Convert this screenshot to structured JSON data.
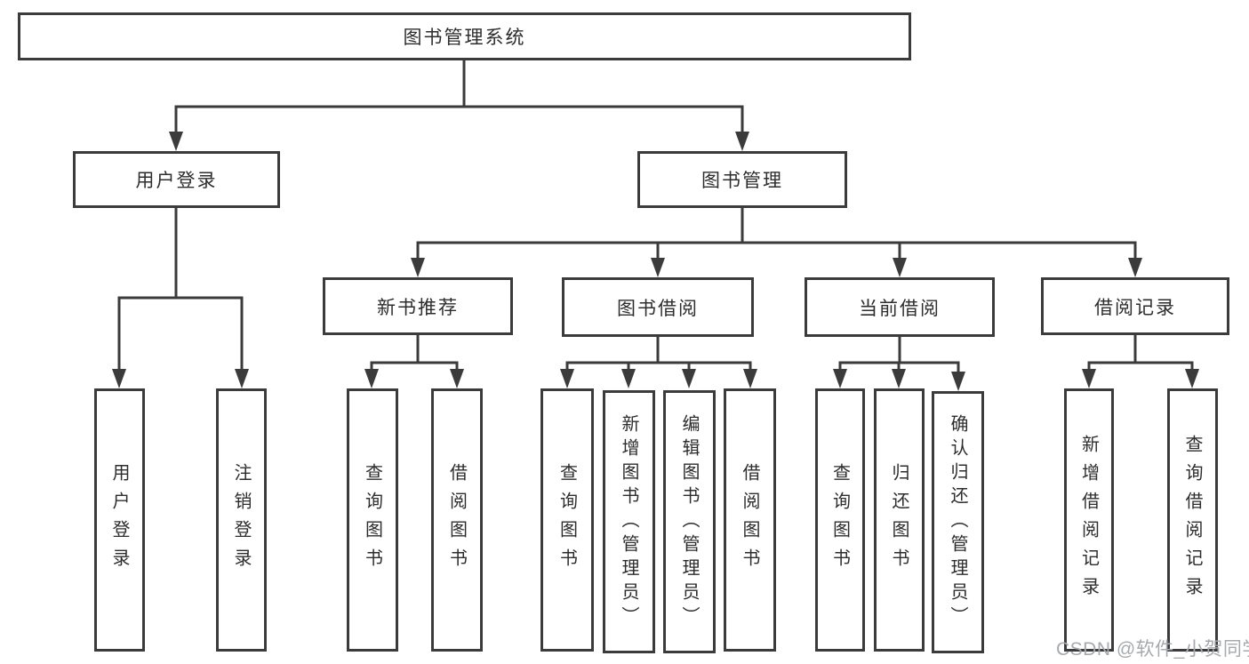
{
  "diagram": {
    "watermark": "CSDN @软件_小贺同学",
    "colors": {
      "line": "#3b3b3b",
      "box_border": "#3b3b3b",
      "text": "#2d2d2d",
      "watermark": "#a6a9ad",
      "background": "#ffffff"
    },
    "nodes": {
      "root": {
        "label": "图书管理系统"
      },
      "user_login": {
        "label": "用户登录"
      },
      "book_mgmt": {
        "label": "图书管理"
      },
      "new_book": {
        "label": "新书推荐"
      },
      "book_borrow": {
        "label": "图书借阅"
      },
      "current_borrow": {
        "label": "当前借阅"
      },
      "borrow_record": {
        "label": "借阅记录"
      },
      "leaf_user_login": {
        "label": "用户登录"
      },
      "leaf_logout": {
        "label": "注销登录"
      },
      "leaf_nb_query": {
        "label": "查询图书"
      },
      "leaf_nb_borrow": {
        "label": "借阅图书"
      },
      "leaf_bb_query": {
        "label": "查询图书"
      },
      "leaf_bb_add": {
        "label": "新增图书（管理员）"
      },
      "leaf_bb_edit": {
        "label": "编辑图书（管理员）"
      },
      "leaf_bb_borrow": {
        "label": "借阅图书"
      },
      "leaf_cb_query": {
        "label": "查询图书"
      },
      "leaf_cb_return": {
        "label": "归还图书"
      },
      "leaf_cb_confirm": {
        "label": "确认归还（管理员）"
      },
      "leaf_br_add": {
        "label": "新增借阅记录"
      },
      "leaf_br_query": {
        "label": "查询借阅记录"
      }
    }
  }
}
